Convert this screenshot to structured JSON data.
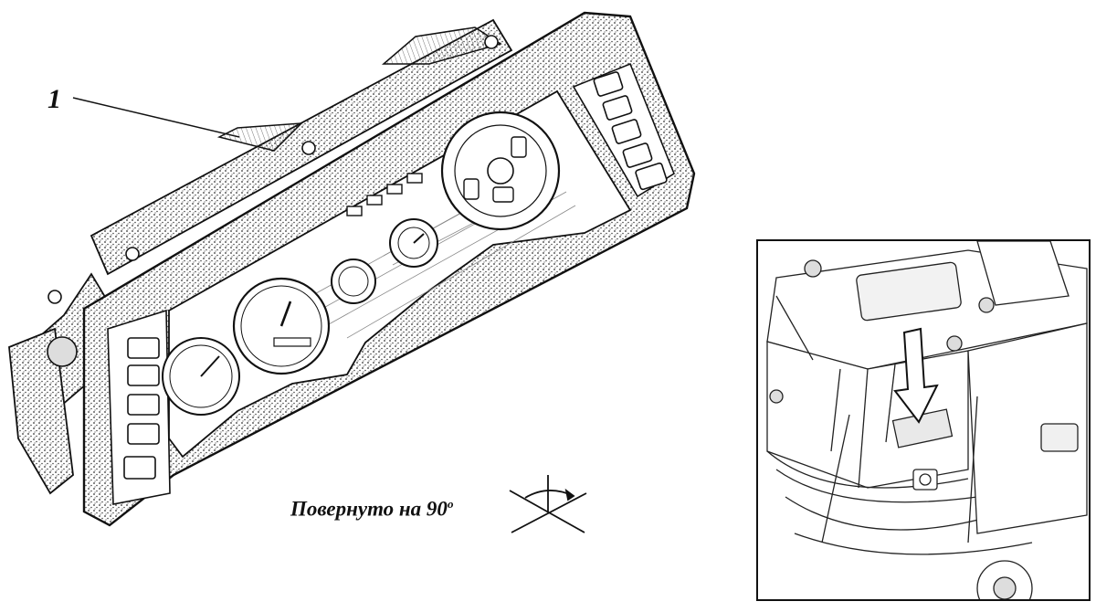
{
  "callout": {
    "number": "1"
  },
  "caption": {
    "text": "Повернуто на 90",
    "degree_mark": "o"
  },
  "icons": {
    "rotation": "rotation-90-symbol-icon",
    "arrow": "location-arrow-icon"
  },
  "colors": {
    "ink": "#111111",
    "paper": "#ffffff",
    "texture": "#444444"
  }
}
